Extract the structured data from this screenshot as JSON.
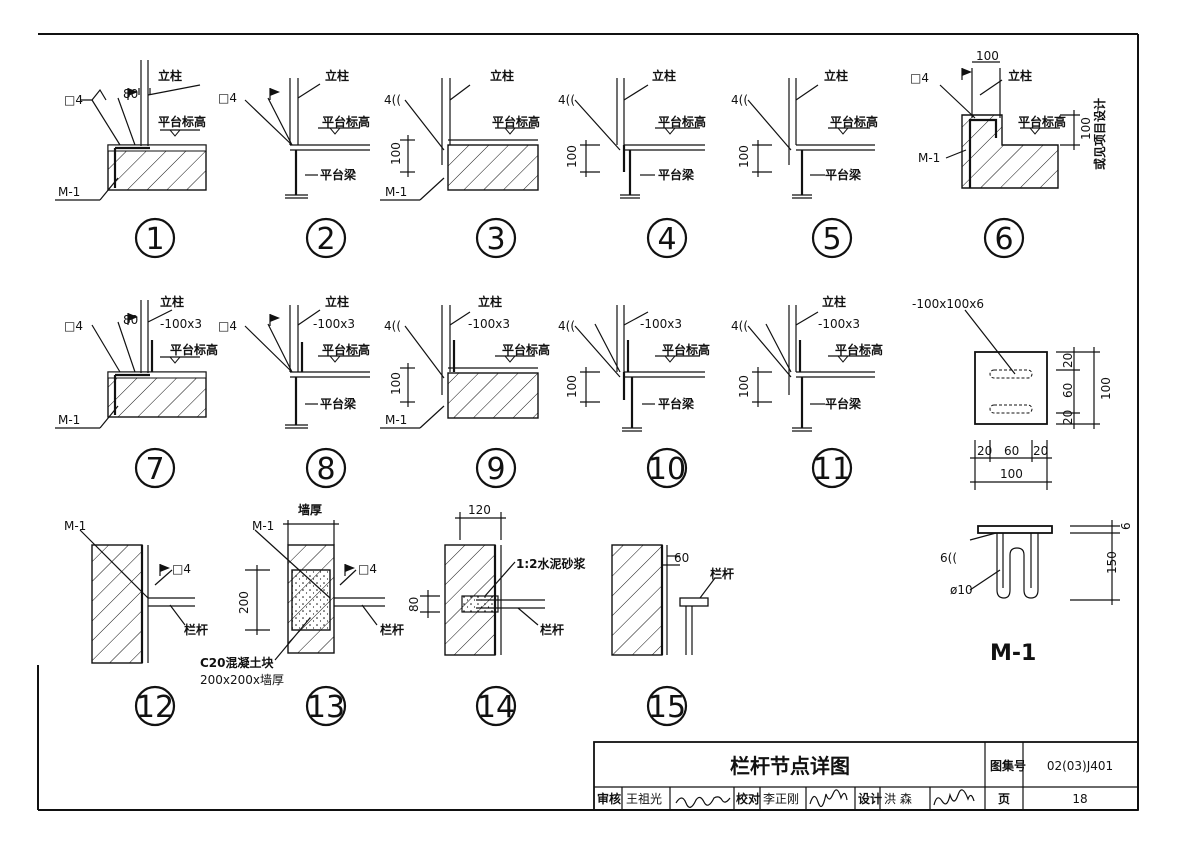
{
  "drawing": {
    "labels": {
      "post": "立柱",
      "platform_level": "平台标高",
      "platform_beam": "平台梁",
      "embed": "M-1",
      "plate": "-100x3",
      "by_project": "或见项目设计",
      "railing": "栏杆",
      "wall_thickness": "墙厚",
      "mortar": "1:2水泥砂浆",
      "block_line1": "C20混凝土块",
      "block_line2": "200x200x墙厚",
      "steel_plate": "-100x100x6",
      "weld_4": "4",
      "weld_6": "6",
      "rebar": "ø10"
    },
    "dims": {
      "d80": "80",
      "d100": "100",
      "d120": "120",
      "d200": "200",
      "d60": "60",
      "d20": "20",
      "d150": "150",
      "d6": "6"
    },
    "nodes": [
      "1",
      "2",
      "3",
      "4",
      "5",
      "6",
      "7",
      "8",
      "9",
      "10",
      "11",
      "12",
      "13",
      "14",
      "15"
    ],
    "m1_title": "M-1"
  },
  "title_block": {
    "title": "栏杆节点详图",
    "atlas_label": "图集号",
    "atlas_no": "02(03)J401",
    "page_label": "页",
    "page_no": "18",
    "review_label": "审核",
    "reviewer": "王祖光",
    "check_label": "校对",
    "checker": "李正刚",
    "design_label": "设计",
    "designer": "洪  森"
  }
}
